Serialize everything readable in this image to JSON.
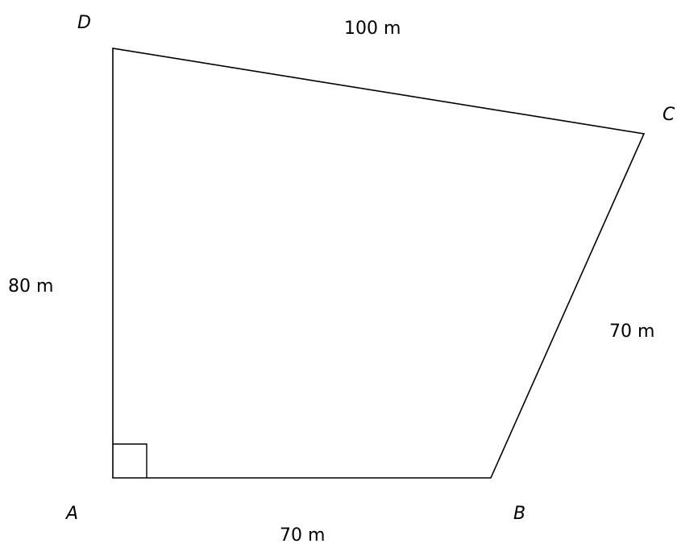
{
  "diagram": {
    "vertices": {
      "A": "A",
      "B": "B",
      "C": "C",
      "D": "D"
    },
    "side_lengths": {
      "AB": "70 m",
      "BC": "70 m",
      "CD": "100 m",
      "DA": "80 m"
    },
    "right_angle_at": "A",
    "colors": {
      "stroke": "#000000",
      "text": "#000000"
    }
  }
}
